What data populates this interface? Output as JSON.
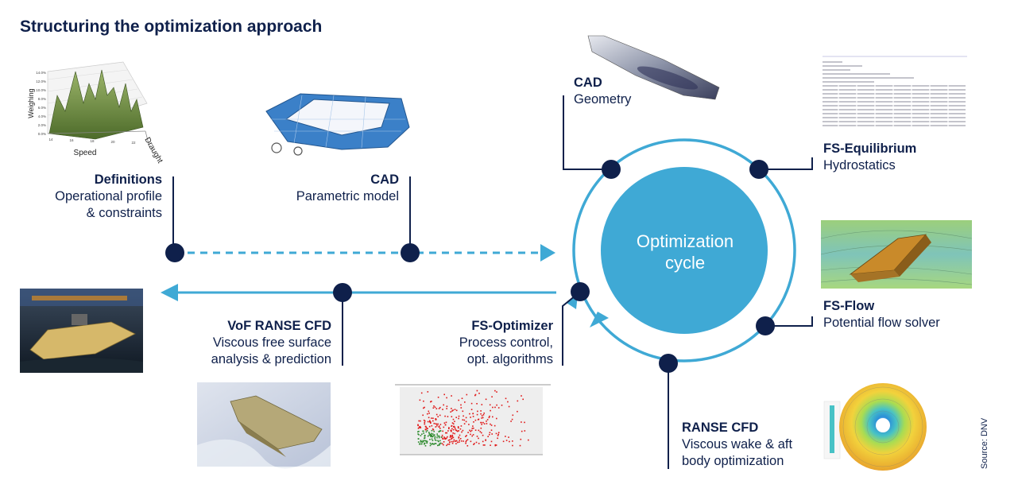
{
  "title": "Structuring the optimization approach",
  "center": {
    "line1": "Optimization",
    "line2": "cycle"
  },
  "nodes": {
    "definitions": {
      "head": "Definitions",
      "line1": "Operational profile",
      "line2": "& constraints"
    },
    "cad_parametric": {
      "head": "CAD",
      "line1": "Parametric model"
    },
    "cad_geometry": {
      "head": "CAD",
      "line1": "Geometry"
    },
    "fs_equilibrium": {
      "head": "FS-Equilibrium",
      "line1": "Hydrostatics"
    },
    "fs_flow": {
      "head": "FS-Flow",
      "line1": "Potential flow solver"
    },
    "ranse_cfd": {
      "head": "RANSE CFD",
      "line1": "Viscous wake & aft",
      "line2": "body optimization"
    },
    "fs_optimizer": {
      "head": "FS-Optimizer",
      "line1": "Process control,",
      "line2": "opt. algorithms"
    },
    "vof_ranse": {
      "head": "VoF RANSE CFD",
      "line1": "Viscous free surface",
      "line2": "analysis & prediction"
    }
  },
  "chart_thumb": {
    "ylabel": "Weighing",
    "xlabel": "Speed",
    "zlabel": "Draught",
    "yticks": [
      "14.0%",
      "12.0%",
      "10.0%",
      "8.0%",
      "6.0%",
      "4.0%",
      "2.0%",
      "0.0%"
    ],
    "xticks": [
      "14",
      "16",
      "18",
      "20",
      "22"
    ]
  },
  "source": "Source: DNV",
  "colors": {
    "navy": "#0f204b",
    "cyan": "#3fa9d5",
    "accent": "#3fa9d5"
  }
}
